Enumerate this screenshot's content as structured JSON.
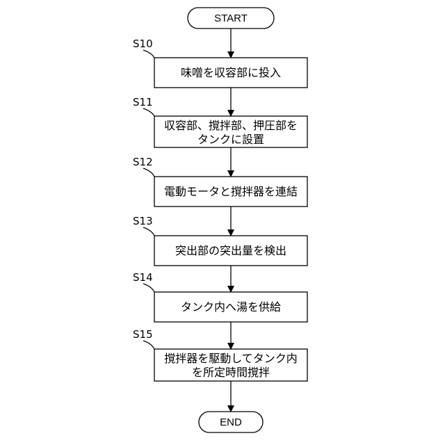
{
  "terminals": {
    "start": "START",
    "end": "END"
  },
  "steps": [
    {
      "id": "S10",
      "lines": [
        "味噌を収容部に投入"
      ]
    },
    {
      "id": "S11",
      "lines": [
        "収容部、撹拌部、押圧部を",
        "タンクに設置"
      ]
    },
    {
      "id": "S12",
      "lines": [
        "電動モータと撹拌器を連結"
      ]
    },
    {
      "id": "S13",
      "lines": [
        "突出部の突出量を検出"
      ]
    },
    {
      "id": "S14",
      "lines": [
        "タンク内へ湯を供給"
      ]
    },
    {
      "id": "S15",
      "lines": [
        "撹拌器を駆動してタンク内",
        "を所定時間撹拌"
      ]
    }
  ]
}
